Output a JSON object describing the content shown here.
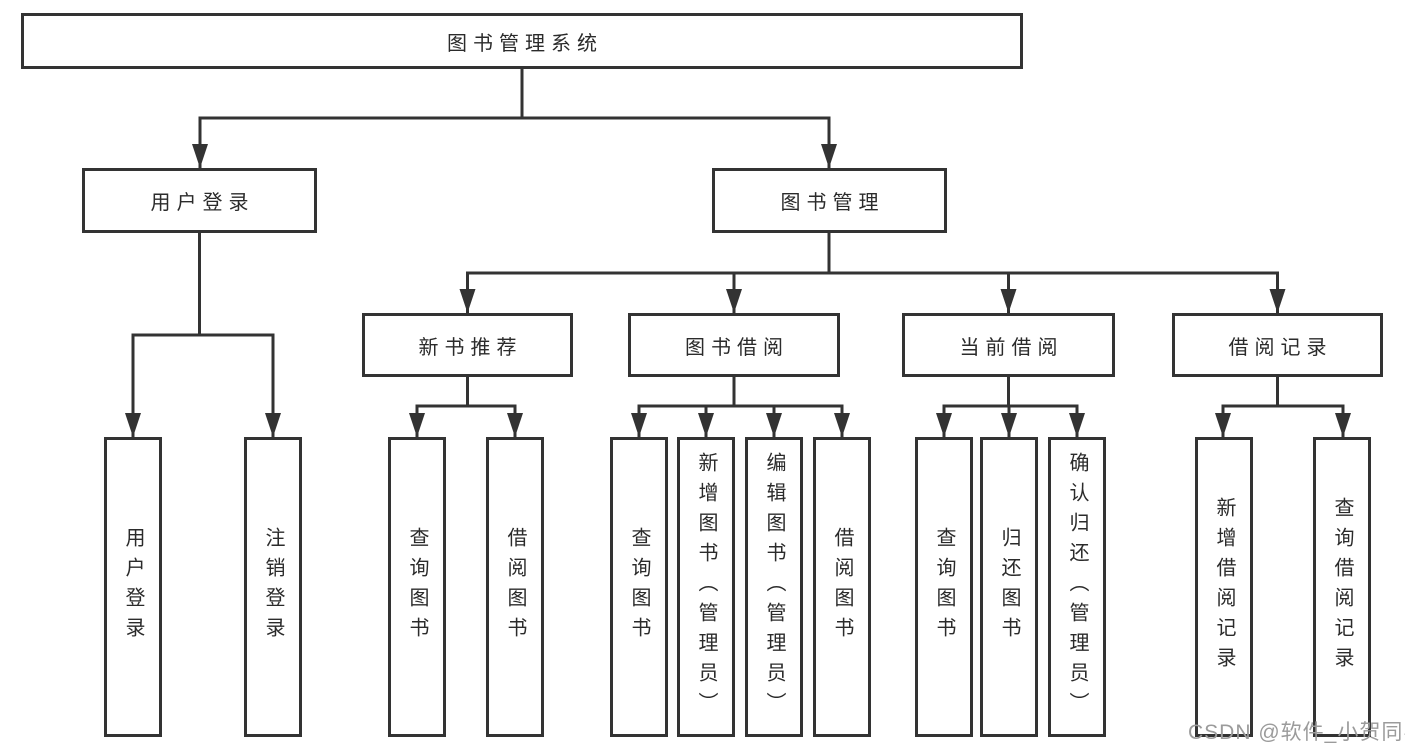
{
  "diagram": {
    "root": {
      "label": "图书管理系统"
    },
    "level2": [
      {
        "id": "user-login",
        "label": "用户登录"
      },
      {
        "id": "book-management",
        "label": "图书管理"
      }
    ],
    "level3": [
      {
        "id": "new-book-recommend",
        "label": "新书推荐",
        "parent": "book-management"
      },
      {
        "id": "book-borrowing",
        "label": "图书借阅",
        "parent": "book-management"
      },
      {
        "id": "current-borrowing",
        "label": "当前借阅",
        "parent": "book-management"
      },
      {
        "id": "borrowing-records",
        "label": "借阅记录",
        "parent": "book-management"
      }
    ],
    "leaves": [
      {
        "parent": "user-login",
        "label": "用户登录"
      },
      {
        "parent": "user-login",
        "label": "注销登录"
      },
      {
        "parent": "new-book-recommend",
        "label": "查询图书"
      },
      {
        "parent": "new-book-recommend",
        "label": "借阅图书"
      },
      {
        "parent": "book-borrowing",
        "label": "查询图书"
      },
      {
        "parent": "book-borrowing",
        "label": "新增图书（管理员）"
      },
      {
        "parent": "book-borrowing",
        "label": "编辑图书（管理员）"
      },
      {
        "parent": "book-borrowing",
        "label": "借阅图书"
      },
      {
        "parent": "current-borrowing",
        "label": "查询图书"
      },
      {
        "parent": "current-borrowing",
        "label": "归还图书"
      },
      {
        "parent": "current-borrowing",
        "label": "确认归还（管理员）"
      },
      {
        "parent": "borrowing-records",
        "label": "新增借阅记录"
      },
      {
        "parent": "borrowing-records",
        "label": "查询借阅记录"
      }
    ],
    "colors": {
      "line": "#333333",
      "box_border": "#333333",
      "background": "#ffffff",
      "text": "#2b2b2b",
      "watermark": "#9b9b9b"
    }
  },
  "watermark": {
    "text": "CSDN @软件_小贺同学"
  }
}
